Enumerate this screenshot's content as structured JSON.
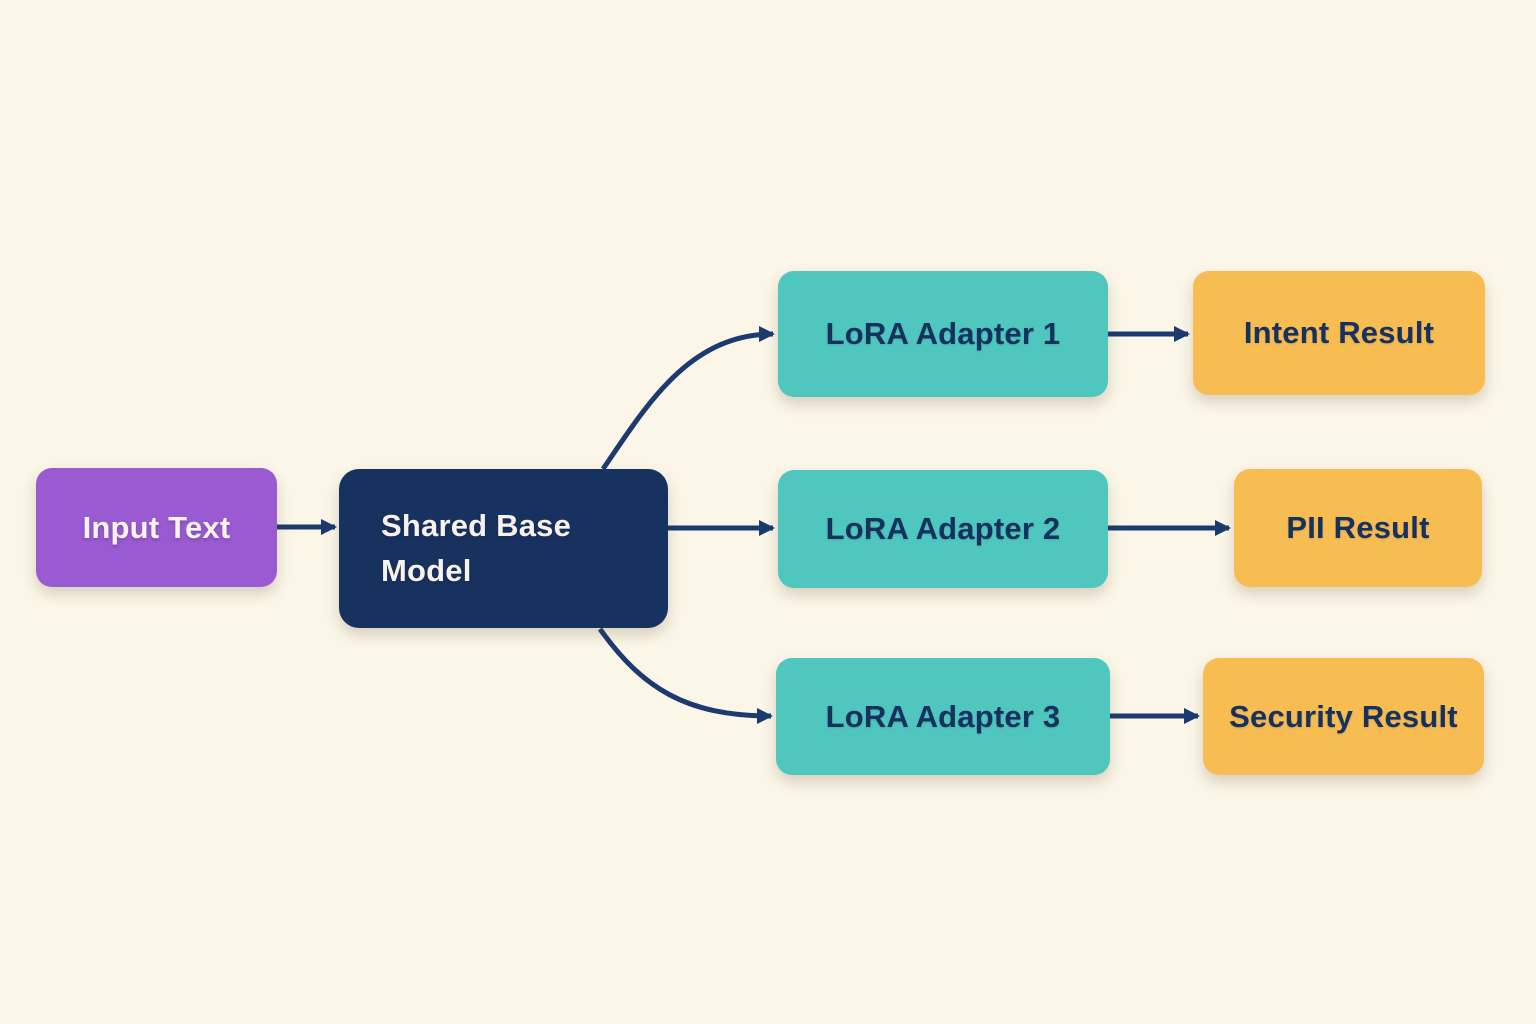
{
  "diagram": {
    "type": "flowchart",
    "colors": {
      "background": "#FBF6E8",
      "input_node": "#9A5BD2",
      "base_node": "#17325F",
      "adapter_node": "#4FC7BF",
      "result_node": "#F8BD52",
      "arrow": "#1B3A70",
      "text_on_dark": "#F7F2EA",
      "text_on_light": "#16315D"
    },
    "nodes": {
      "input": {
        "label": "Input Text"
      },
      "base": {
        "label": "Shared Base Model"
      },
      "adapter1": {
        "label": "LoRA Adapter 1"
      },
      "adapter2": {
        "label": "LoRA Adapter 2"
      },
      "adapter3": {
        "label": "LoRA Adapter 3"
      },
      "result1": {
        "label": "Intent Result"
      },
      "result2": {
        "label": "PII Result"
      },
      "result3": {
        "label": "Security Result"
      }
    },
    "edges": [
      {
        "from": "Input Text",
        "to": "Shared Base Model"
      },
      {
        "from": "Shared Base Model",
        "to": "LoRA Adapter 1"
      },
      {
        "from": "Shared Base Model",
        "to": "LoRA Adapter 2"
      },
      {
        "from": "Shared Base Model",
        "to": "LoRA Adapter 3"
      },
      {
        "from": "LoRA Adapter 1",
        "to": "Intent Result"
      },
      {
        "from": "LoRA Adapter 2",
        "to": "PII Result"
      },
      {
        "from": "LoRA Adapter 3",
        "to": "Security Result"
      }
    ]
  }
}
